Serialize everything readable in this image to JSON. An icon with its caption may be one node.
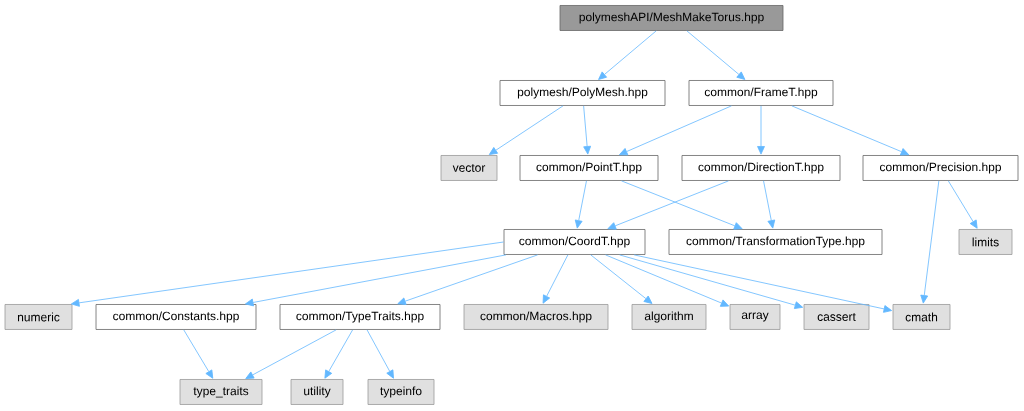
{
  "diagram": {
    "nodes": [
      {
        "text": [
          "polymeshAPI/MeshMakeTorus.hpp"
        ]
      },
      {
        "text": [
          "polymesh/PolyMesh.hpp"
        ]
      },
      {
        "text": [
          "common/FrameT.hpp"
        ]
      },
      {
        "text": [
          "vector"
        ]
      },
      {
        "text": [
          "common/PointT.hpp"
        ]
      },
      {
        "text": [
          "common/DirectionT.hpp"
        ]
      },
      {
        "text": [
          "common/Precision.hpp"
        ]
      },
      {
        "text": [
          "common/CoordT.hpp"
        ]
      },
      {
        "text": [
          "common/TransformationType.hpp"
        ]
      },
      {
        "text": [
          "limits"
        ]
      },
      {
        "text": [
          "numeric"
        ]
      },
      {
        "text": [
          "common/Constants.hpp"
        ]
      },
      {
        "text": [
          "common/TypeTraits.hpp"
        ]
      },
      {
        "text": [
          "common/Macros.hpp"
        ]
      },
      {
        "text": [
          "algorithm"
        ]
      },
      {
        "text": [
          "array"
        ]
      },
      {
        "text": [
          "cassert"
        ]
      },
      {
        "text": [
          "cmath"
        ]
      },
      {
        "text": [
          "type_traits"
        ]
      },
      {
        "text": [
          "utility"
        ]
      },
      {
        "text": [
          "typeinfo"
        ]
      }
    ],
    "edges": [
      {
        "from": 0,
        "to": 1,
        "arrow": "to"
      },
      {
        "from": 0,
        "to": 2,
        "arrow": "to"
      },
      {
        "from": 1,
        "to": 3,
        "arrow": "to"
      },
      {
        "from": 1,
        "to": 4,
        "arrow": "to"
      },
      {
        "from": 2,
        "to": 4,
        "arrow": "to"
      },
      {
        "from": 2,
        "to": 5,
        "arrow": "to"
      },
      {
        "from": 2,
        "to": 6,
        "arrow": "to"
      },
      {
        "from": 4,
        "to": 7,
        "arrow": "to"
      },
      {
        "from": 4,
        "to": 8,
        "arrow": "to"
      },
      {
        "from": 5,
        "to": 7,
        "arrow": "to"
      },
      {
        "from": 5,
        "to": 8,
        "arrow": "to"
      },
      {
        "from": 6,
        "to": 17,
        "arrow": "to"
      },
      {
        "from": 6,
        "to": 9,
        "arrow": "to"
      },
      {
        "from": 7,
        "to": 10,
        "arrow": "to"
      },
      {
        "from": 7,
        "to": 11,
        "arrow": "to"
      },
      {
        "from": 7,
        "to": 12,
        "arrow": "to"
      },
      {
        "from": 7,
        "to": 13,
        "arrow": "to"
      },
      {
        "from": 7,
        "to": 14,
        "arrow": "to"
      },
      {
        "from": 7,
        "to": 15,
        "arrow": "to"
      },
      {
        "from": 7,
        "to": 16,
        "arrow": "to"
      },
      {
        "from": 7,
        "to": 17,
        "arrow": "to"
      },
      {
        "from": 11,
        "to": 18,
        "arrow": "to"
      },
      {
        "from": 12,
        "to": 18,
        "arrow": "to"
      },
      {
        "from": 12,
        "to": 19,
        "arrow": "to"
      },
      {
        "from": 12,
        "to": 20,
        "arrow": "to"
      }
    ]
  }
}
